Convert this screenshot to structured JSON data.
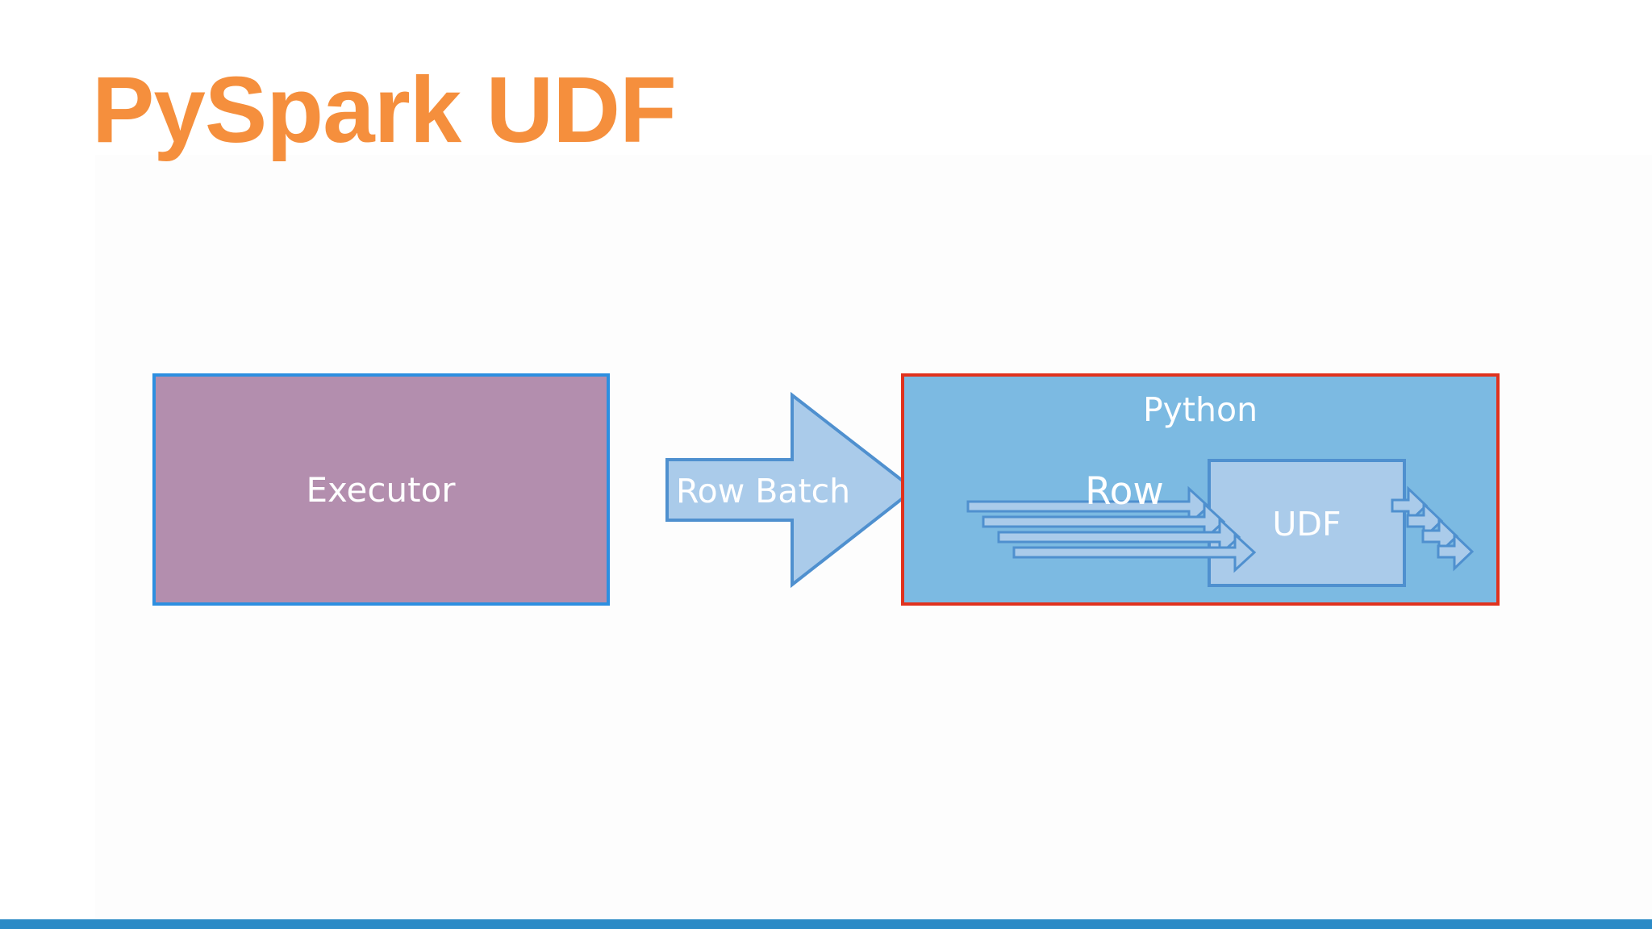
{
  "slide": {
    "title": "PySpark UDF"
  },
  "diagram": {
    "executor_label": "Executor",
    "row_batch_label": "Row Batch",
    "python_label": "Python",
    "row_label": "Row",
    "udf_label": "UDF"
  },
  "colors": {
    "title": "#f58f3d",
    "executor_fill": "#b38eae",
    "executor_border": "#2d8fe0",
    "python_fill": "#7cbae2",
    "python_border": "#e0321e",
    "arrow_fill": "#aacbea",
    "arrow_stroke": "#4f90cf",
    "bottom_bar": "#2b8ac6"
  }
}
